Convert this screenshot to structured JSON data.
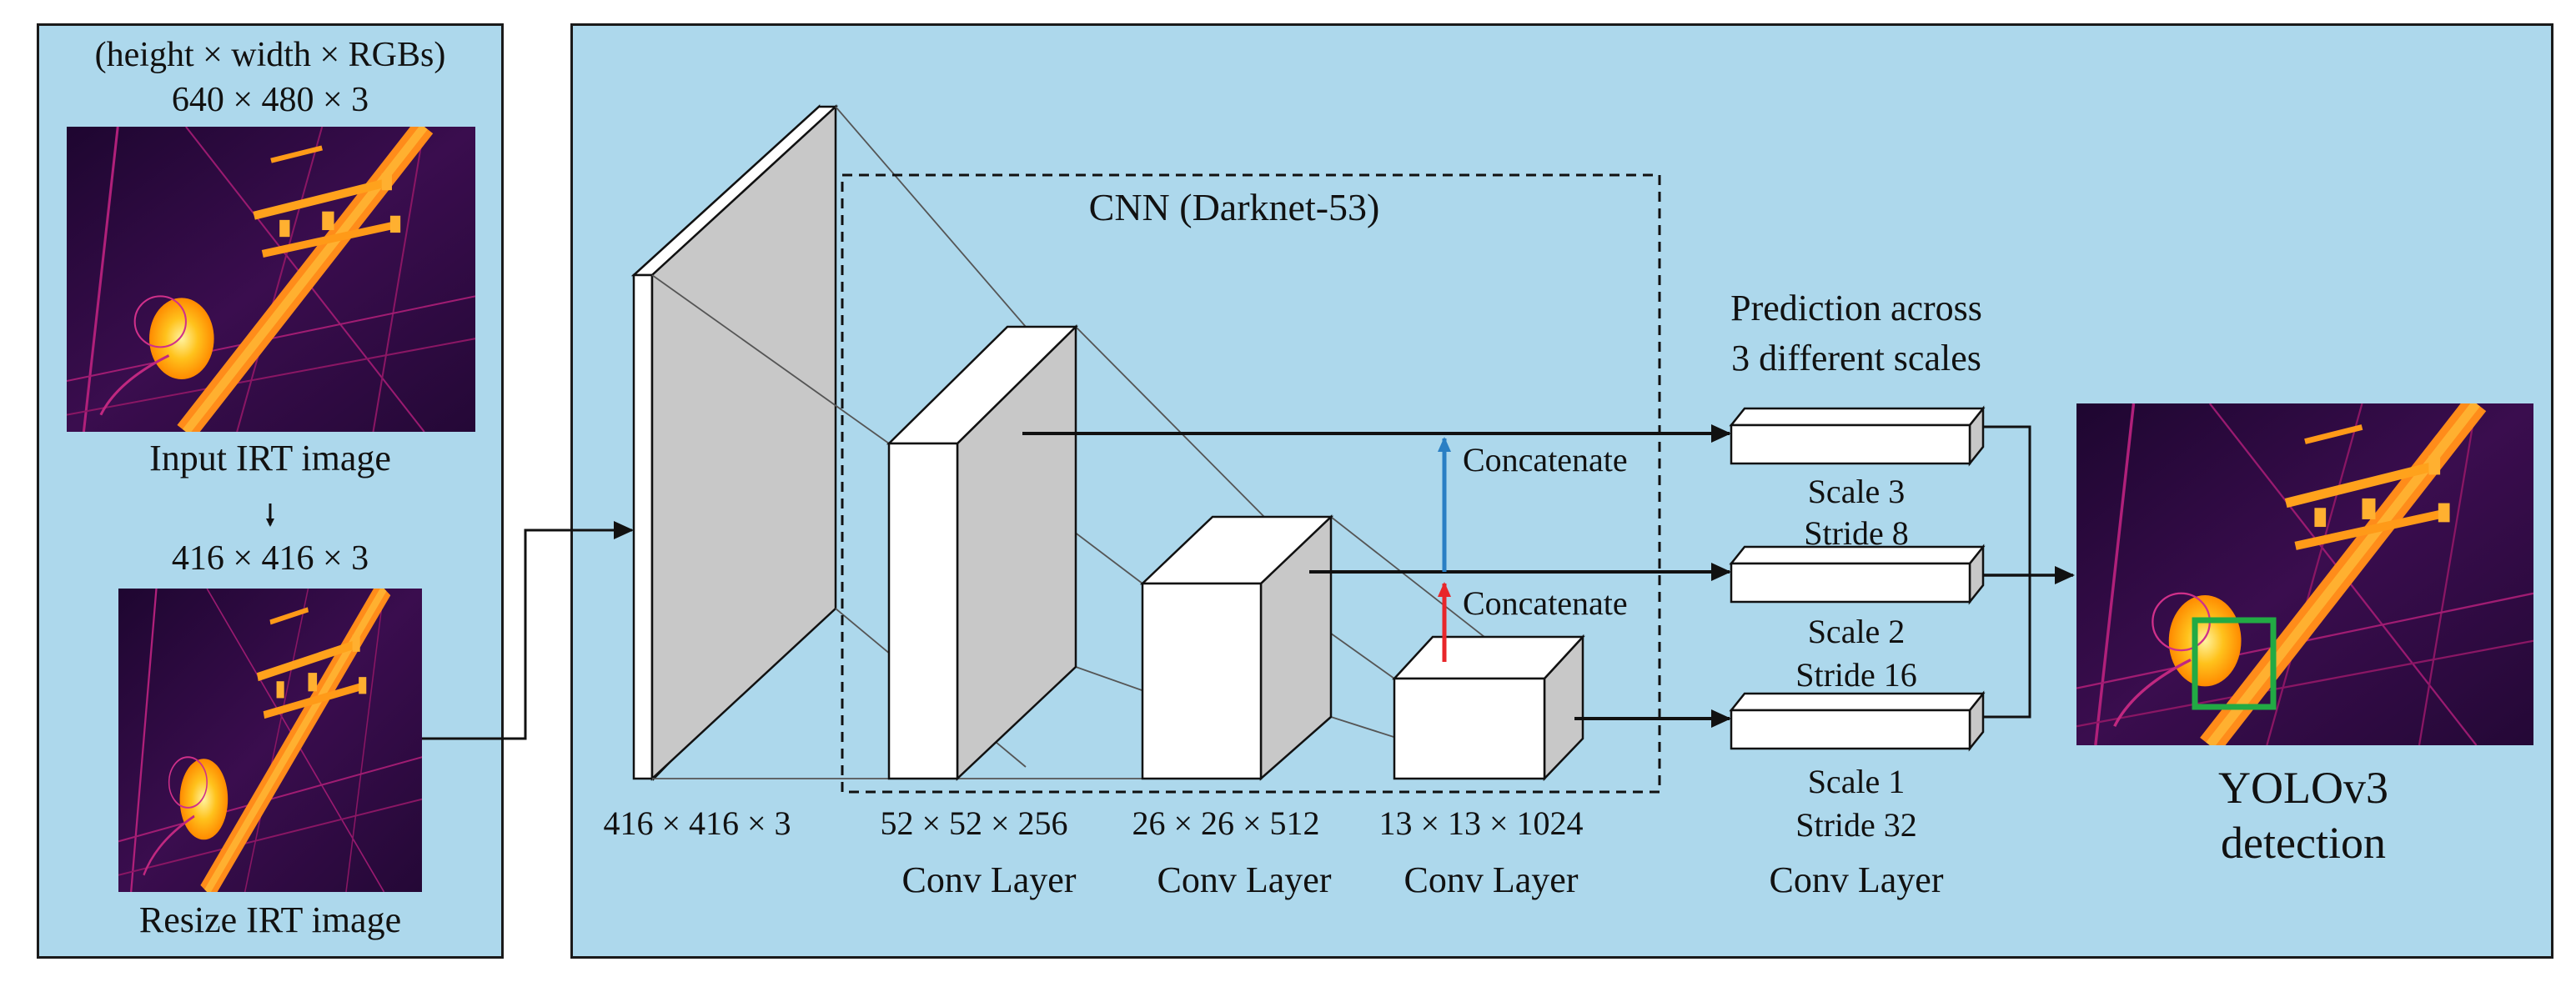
{
  "left_panel": {
    "dims_caption": "(height × width × RGBs)",
    "input_size": "640 × 480 × 3",
    "input_label": "Input IRT image",
    "resize_size": "416 × 416 × 3",
    "resize_label": "Resize IRT image"
  },
  "network": {
    "title": "CNN (Darknet-53)",
    "input_layer_size": "416 × 416 × 3",
    "layers": [
      {
        "size": "52 × 52 × 256",
        "label": "Conv Layer"
      },
      {
        "size": "26 × 26 × 512",
        "label": "Conv Layer"
      },
      {
        "size": "13 × 13 × 1024",
        "label": "Conv Layer"
      }
    ],
    "concat_labels": [
      "Concatenate",
      "Concatenate"
    ]
  },
  "prediction": {
    "title_line1": "Prediction across",
    "title_line2": "3 different scales",
    "scales": [
      {
        "scale": "Scale 3",
        "stride": "Stride 8"
      },
      {
        "scale": "Scale 2",
        "stride": "Stride 16"
      },
      {
        "scale": "Scale 1",
        "stride": "Stride 32"
      }
    ],
    "layer_label": "Conv Layer"
  },
  "output": {
    "line1": "YOLOv3",
    "line2": "detection"
  },
  "colors": {
    "panel_bg": "#add8ec",
    "face_side": "#c8c8c8",
    "arrow_up_red": "#e8262a",
    "arrow_up_blue": "#2a7fc4",
    "detection_box": "#22aa44",
    "thermal_bg": "#2a0a3a"
  }
}
